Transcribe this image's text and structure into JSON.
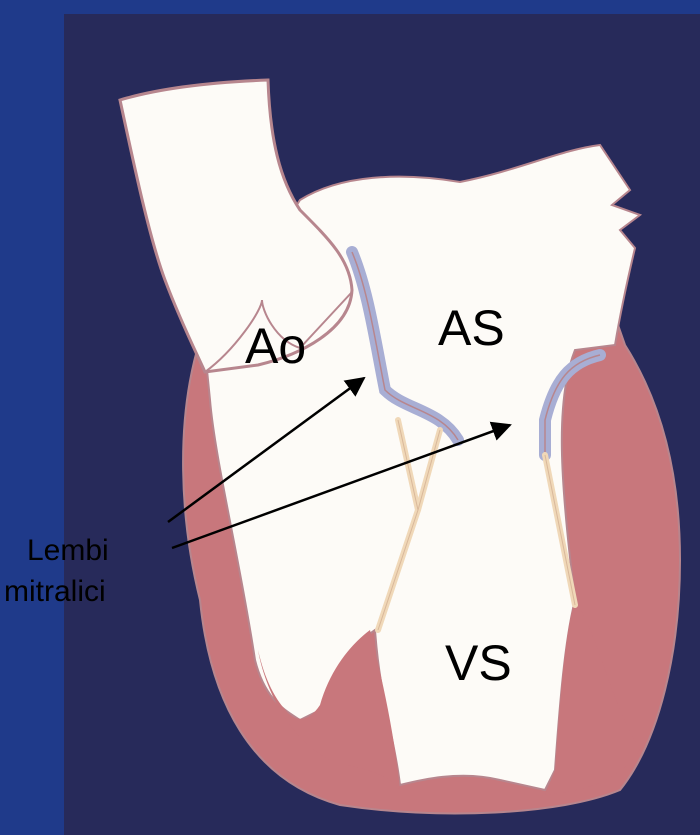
{
  "labels": {
    "aorta": "Ao",
    "left_atrium": "AS",
    "left_ventricle": "VS",
    "leaflets_line1": "Lembi",
    "leaflets_line2": "mitralici"
  },
  "colors": {
    "slide_background": "#1f3a8a",
    "panel": "#272a5a",
    "cavity": "#fdfbf7",
    "myocardium": "#c8777c",
    "valve_leaflet": "#a8aed4",
    "chordae": "#f0d8b8",
    "outline": "#b7868e"
  }
}
